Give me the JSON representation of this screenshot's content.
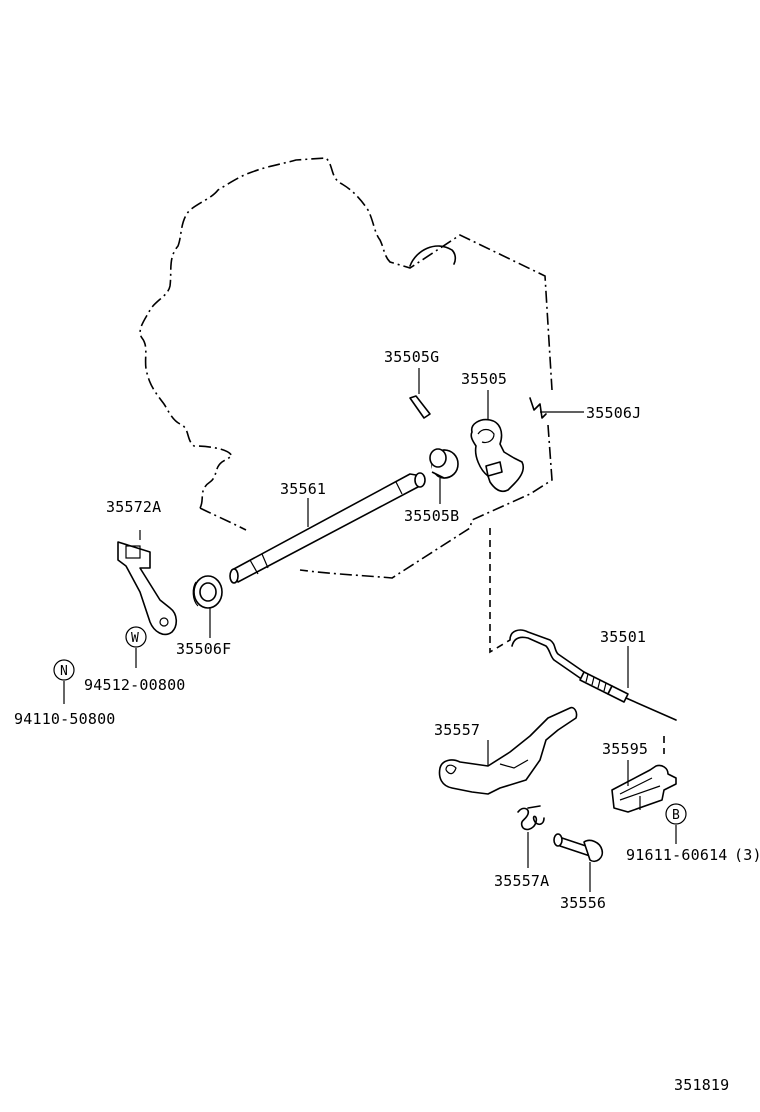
{
  "labels": {
    "p35505G": "35505G",
    "p35505": "35505",
    "p35506J": "35506J",
    "p35561": "35561",
    "p35505B": "35505B",
    "p35572A": "35572A",
    "p35506F": "35506F",
    "p94512": "94512-00800",
    "p94110": "94110-50800",
    "p35501": "35501",
    "p35557": "35557",
    "p35595": "35595",
    "p91611": "91611-60614",
    "p91611_qty": "(3)",
    "p35557A": "35557A",
    "p35556": "35556"
  },
  "markers": {
    "W": "W",
    "N": "N",
    "B": "B"
  },
  "figure_number": "351819"
}
